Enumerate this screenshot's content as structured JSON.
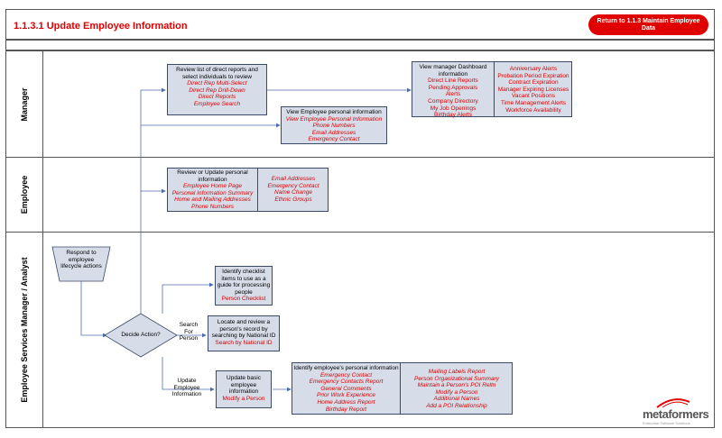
{
  "header": {
    "title": "1.1.3.1 Update Employee Information",
    "return_button": "Return to 1.1.3 Maintain Employee Data"
  },
  "lanes": {
    "manager": "Manager",
    "employee": "Employee",
    "esm": "Employee Services Manager / Analyst"
  },
  "manager": {
    "review_box": {
      "heading": "Review list of direct reports and select individuals to review",
      "links": [
        "Direct Rep Multi-Select",
        "Direct Rep Drill-Down",
        "Direct Reports",
        "Employee Search"
      ]
    },
    "personal_box": {
      "heading": "View Employee personal information",
      "links": [
        "View Employee Personal Information",
        "Phone Numbers",
        "Email Addresses",
        "Emergency Contact"
      ]
    },
    "dashboard_box": {
      "heading": "View manager Dashboard information",
      "links_left": [
        "Direct Line Reports",
        "Pending Approvals",
        "Alerts",
        "Company Directory",
        "My Job Openings",
        "Birthday Alerts"
      ],
      "links_right": [
        "Anniversary Alerts",
        "Probation Period Expiration",
        "Contract Expiration",
        "Manager Expiring Licenses",
        "Vacant Positions",
        "Time Management Alerts",
        "Workforce Availability"
      ]
    }
  },
  "employee": {
    "update_box": {
      "heading": "Review or Update personal information",
      "links_left": [
        "Employee Home Page",
        "Personal Information Summary",
        "Home and Mailing Addresses",
        "Phone Numbers"
      ],
      "links_right": [
        "Email Addresses",
        "Emergency Contact",
        "Name Change",
        "Ethnic Groups"
      ]
    }
  },
  "esm": {
    "respond": "Respond to employee lifecycle actions",
    "decide": "Decide Action?",
    "checklist_box": {
      "heading": "Identify checklist items to use as a guide for processing people",
      "link": "Person Checklist"
    },
    "search_label": "Search For Person",
    "search_box": {
      "heading": "Locate and review a person's record by searching by National ID",
      "link": "Search by National ID"
    },
    "update_label": "Update Employee Information",
    "basic_box": {
      "heading": "Update basic employee information",
      "link": "Modify a Person"
    },
    "identify_box": {
      "heading": "Identify employee's personal information",
      "links_left": [
        "Emergency Contact",
        "Emergency Contacts Report",
        "General Comments",
        "Prior Work Experience",
        "Home Address Report",
        "Birthday Report"
      ],
      "links_right": [
        "Mailing Labels Report",
        "Person Organizational Summary",
        "Maintain a Person's POI Reltn",
        "Modify a Person",
        "Additional Names",
        "Add a POI Relationship"
      ]
    }
  },
  "logo": {
    "name": "metaformers",
    "tagline": "Enterprise Software Solutions"
  },
  "colors": {
    "accent": "#e00000",
    "box_fill": "#d6dde9",
    "box_border": "#3b4a66",
    "connector": "#4f6fb0"
  }
}
